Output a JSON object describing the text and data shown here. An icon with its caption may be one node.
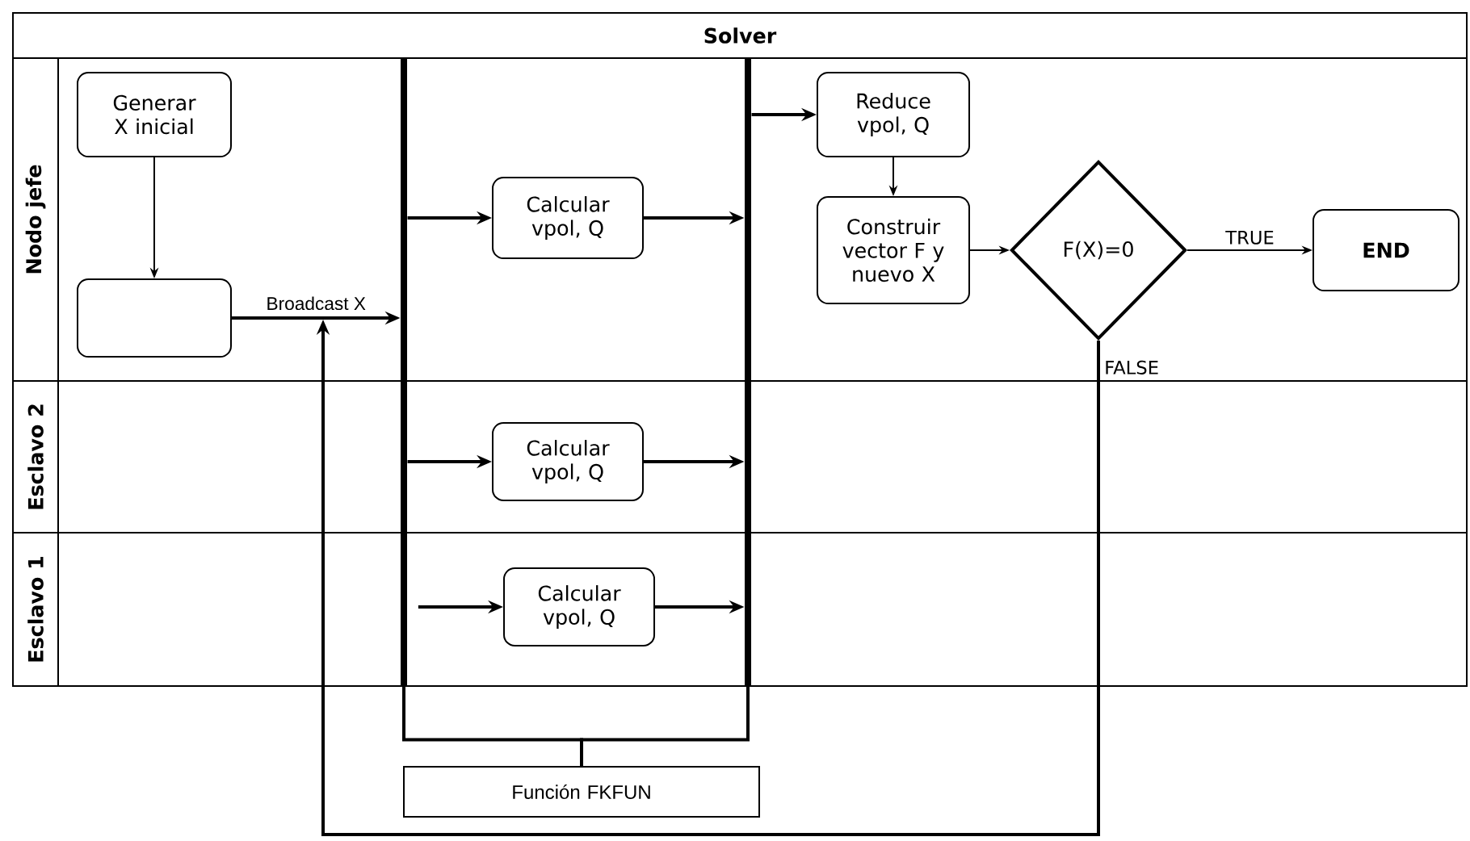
{
  "diagram": {
    "nodes": [
      {
        "text": [
          "Solver"
        ]
      },
      {
        "text": [
          "Nodo jefe"
        ],
        "in": 0
      },
      {
        "text": [
          "Esclavo 2"
        ],
        "in": 0
      },
      {
        "text": [
          "Esclavo 1"
        ],
        "in": 0
      },
      {
        "text": [
          "Generar X inicial"
        ],
        "in": 1
      },
      {
        "text": [],
        "shape": "box",
        "in": 1
      },
      {
        "text": [
          "Calcular vpol, Q"
        ],
        "in": 1
      },
      {
        "text": [
          "Reduce vpol, Q"
        ],
        "in": 1
      },
      {
        "text": [
          "Construir vector F y nuevo X"
        ],
        "in": 1
      },
      {
        "text": [
          "F(X)=0"
        ],
        "in": 1
      },
      {
        "text": [
          "END"
        ],
        "in": 1
      },
      {
        "text": [
          "Calcular vpol, Q"
        ],
        "in": 2
      },
      {
        "text": [
          "Calcular vpol, Q"
        ],
        "in": 3
      },
      {
        "text": [
          "Función FKFUN"
        ]
      },
      {
        "text": [],
        "shape": "bar",
        "in": 0
      },
      {
        "text": [],
        "shape": "bar",
        "in": 0
      }
    ],
    "edges": [
      {
        "from": 4,
        "to": 5,
        "arrow": "to"
      },
      {
        "from": 5,
        "to": 14,
        "arrow": "to",
        "label": "Broadcast X"
      },
      {
        "from": 14,
        "to": 6,
        "arrow": "to"
      },
      {
        "from": 6,
        "to": 15,
        "arrow": "to"
      },
      {
        "from": 15,
        "to": 7,
        "arrow": "to"
      },
      {
        "from": 7,
        "to": 8,
        "arrow": "to"
      },
      {
        "from": 8,
        "to": 9,
        "arrow": "to"
      },
      {
        "from": 9,
        "to": 10,
        "arrow": "to",
        "label": "TRUE"
      },
      {
        "from": 14,
        "to": 11,
        "arrow": "to"
      },
      {
        "from": 11,
        "to": 15,
        "arrow": "to"
      },
      {
        "from": 14,
        "to": 12,
        "arrow": "to"
      },
      {
        "from": 12,
        "to": 15,
        "arrow": "to"
      },
      {
        "from": 9,
        "to": null,
        "arrow": "to",
        "label": "FALSE"
      },
      {
        "from": 14,
        "to": 13,
        "arrow": "none"
      },
      {
        "from": 15,
        "to": 13,
        "arrow": "none"
      }
    ]
  }
}
